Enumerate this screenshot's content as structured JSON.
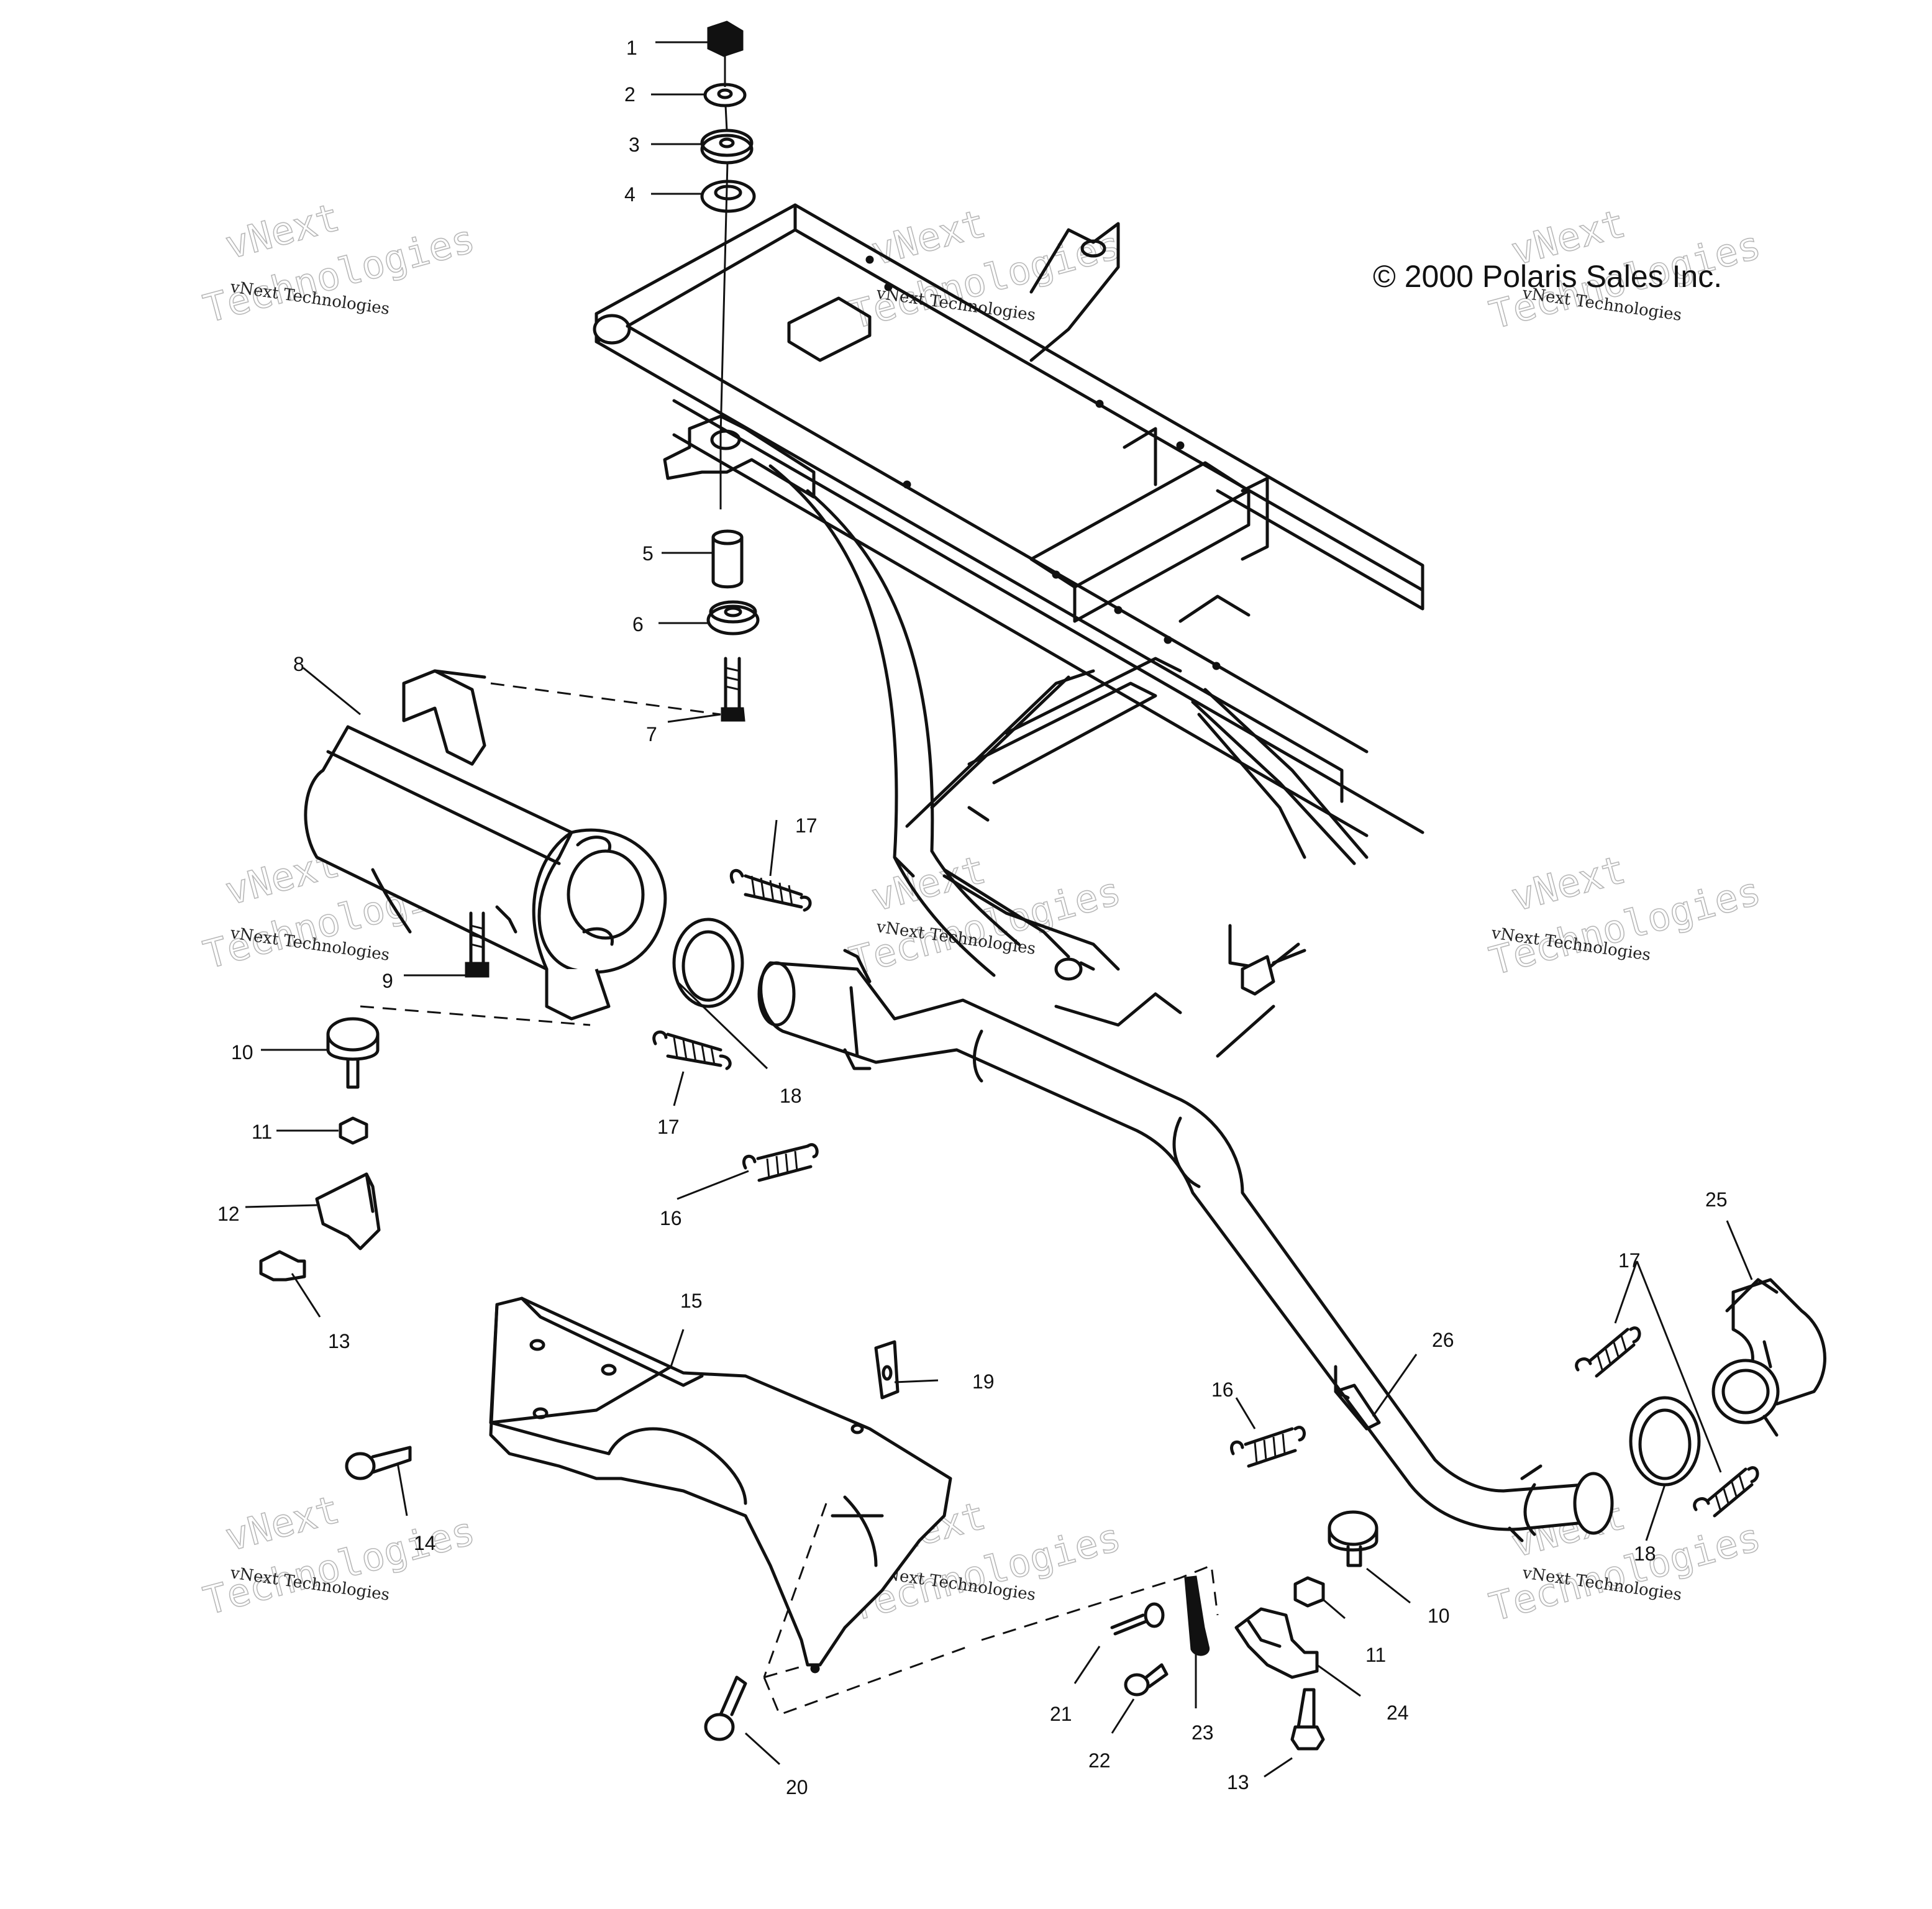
{
  "copyright": "© 2000 Polaris Sales Inc.",
  "watermark": {
    "line1": "vNext",
    "line2": "Technologies",
    "small": "vNext Technologies"
  },
  "callouts": [
    {
      "id": "c1",
      "label": "1"
    },
    {
      "id": "c2",
      "label": "2"
    },
    {
      "id": "c3",
      "label": "3"
    },
    {
      "id": "c4",
      "label": "4"
    },
    {
      "id": "c5",
      "label": "5"
    },
    {
      "id": "c6",
      "label": "6"
    },
    {
      "id": "c7",
      "label": "7"
    },
    {
      "id": "c8",
      "label": "8"
    },
    {
      "id": "c9",
      "label": "9"
    },
    {
      "id": "c10a",
      "label": "10"
    },
    {
      "id": "c11a",
      "label": "11"
    },
    {
      "id": "c12",
      "label": "12"
    },
    {
      "id": "c13a",
      "label": "13"
    },
    {
      "id": "c14",
      "label": "14"
    },
    {
      "id": "c15",
      "label": "15"
    },
    {
      "id": "c16a",
      "label": "16"
    },
    {
      "id": "c17a",
      "label": "17"
    },
    {
      "id": "c17b",
      "label": "17"
    },
    {
      "id": "c18a",
      "label": "18"
    },
    {
      "id": "c19",
      "label": "19"
    },
    {
      "id": "c20",
      "label": "20"
    },
    {
      "id": "c16b",
      "label": "16"
    },
    {
      "id": "c26",
      "label": "26"
    },
    {
      "id": "c25",
      "label": "25"
    },
    {
      "id": "c17c",
      "label": "17"
    },
    {
      "id": "c18b",
      "label": "18"
    },
    {
      "id": "c10b",
      "label": "10"
    },
    {
      "id": "c11b",
      "label": "11"
    },
    {
      "id": "c24",
      "label": "24"
    },
    {
      "id": "c21",
      "label": "21"
    },
    {
      "id": "c22",
      "label": "22"
    },
    {
      "id": "c23",
      "label": "23"
    },
    {
      "id": "c13b",
      "label": "13"
    }
  ]
}
